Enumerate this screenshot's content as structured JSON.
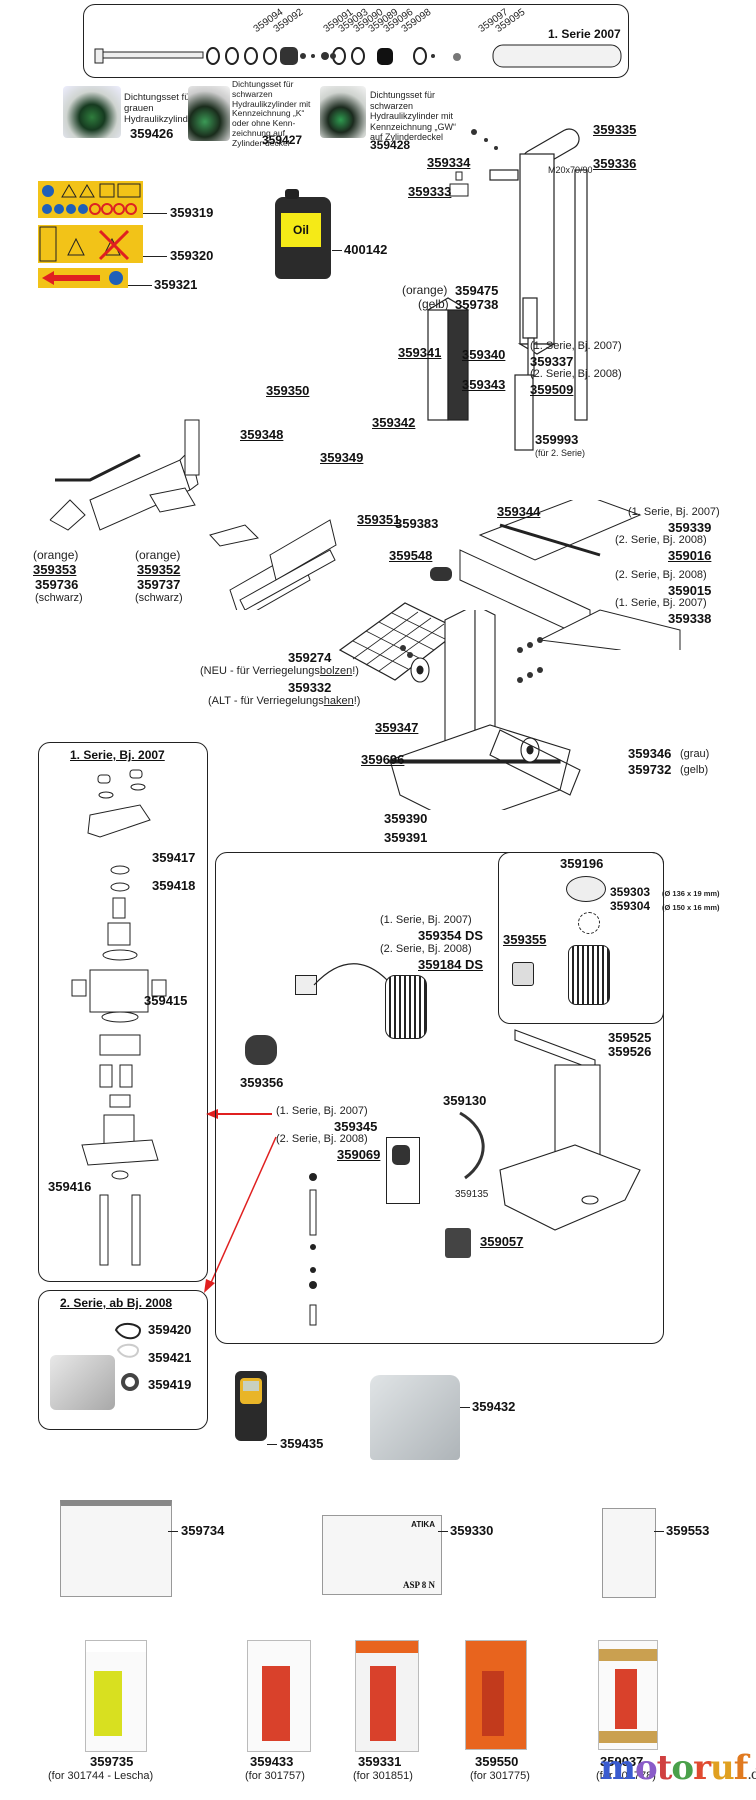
{
  "cylinder_box": {
    "title": "1. Serie 2007",
    "parts": [
      "359094",
      "359092",
      "359091",
      "359093",
      "359090",
      "359089",
      "359096",
      "359098",
      "359097",
      "359095"
    ]
  },
  "seal_sets": [
    {
      "desc": "Dichtungsset für grauen Hydraulikzylinder",
      "number": "359426"
    },
    {
      "desc": "Dichtungsset für schwarzen Hydraulikzylinder mit Kennzeichnung „K“ oder ohne Kenn-zeichnung auf Zylinder-deckel",
      "number": "359427"
    },
    {
      "desc": "Dichtungsset für schwarzen Hydraulikzylinder mit Kennzeichnung „GW“ auf Zylinderdeckel",
      "number": "359428"
    }
  ],
  "stickers": {
    "s1": "359319",
    "s2": "359320",
    "s3": "359321"
  },
  "oil": {
    "label": "Oil",
    "number": "400142"
  },
  "column": {
    "p359335": "359335",
    "p359336": "359336",
    "p359334": "359334",
    "p359333": "359333",
    "bolt_spec": "M20x70/90",
    "orange_label": "(orange)",
    "p359475": "359475",
    "gelb_label": "(gelb)",
    "p359738": "359738",
    "p359341": "359341",
    "p359340": "359340",
    "p359343": "359343",
    "p359342": "359342",
    "serie1_2007": "(1. Serie, Bj. 2007)",
    "p359337": "359337",
    "serie2_2008": "(2. Serie, Bj. 2008)",
    "p359509": "359509",
    "p359993": "359993",
    "fuer_2_serie": "(für 2. Serie)",
    "p359383": "359383",
    "p359344": "359344",
    "p359339": "359339",
    "p359016": "359016",
    "p359015": "359015",
    "p359338": "359338"
  },
  "table_parts": {
    "p359350": "359350",
    "p359348": "359348",
    "p359349": "359349",
    "p359351": "359351",
    "orange": "(orange)",
    "schwarz": "(schwarz)",
    "p359353": "359353",
    "p359736": "359736",
    "p359352": "359352",
    "p359737": "359737",
    "p359548": "359548",
    "p359274": "359274",
    "neu_note_a": "(NEU - für Verriegelungs",
    "neu_note_b": "bolzen",
    "neu_note_c": "!)",
    "p359332": "359332",
    "alt_note_a": "(ALT - für Verriegelungs",
    "alt_note_b": "haken",
    "alt_note_c": "!)",
    "p359347": "359347",
    "p359696": "359696",
    "p359346": "359346",
    "grau": "(grau)",
    "p359732": "359732",
    "gelb": "(gelb)",
    "p359390": "359390",
    "p359391": "359391"
  },
  "pump_2007": {
    "title": "1. Serie, Bj. 2007",
    "parts": [
      "359417",
      "359418",
      "359415",
      "359416"
    ]
  },
  "pump_2008": {
    "title": "2. Serie, ab Bj. 2008",
    "parts": [
      "359420",
      "359421",
      "359419"
    ]
  },
  "motor_box": {
    "p359196": "359196",
    "p359303": "359303",
    "d359303": "(Ø 136 x 19 mm)",
    "p359304": "359304",
    "d359304": "(Ø 150 x 16 mm)",
    "p359355": "359355",
    "serie1": "(1. Serie, Bj. 2007)",
    "p359354": "359354 DS",
    "serie2": "(2. Serie, Bj. 2008)",
    "p359184": "359184 DS",
    "p359525": "359525",
    "p359526": "359526",
    "p359356": "359356",
    "pump_serie1": "(1. Serie, Bj. 2007)",
    "p359345": "359345",
    "pump_serie2": "(2. Serie, Bj. 2008)",
    "p359069": "359069",
    "p359130": "359130",
    "p359135": "359135",
    "p359057": "359057"
  },
  "accessories": {
    "meter": "359435",
    "cover": "359432"
  },
  "manuals": [
    "359734",
    "359330",
    "359553"
  ],
  "manual_texts": {
    "atika": "ATIKA",
    "asp": "ASP 8 N"
  },
  "cartons": [
    {
      "number": "359735",
      "for": "(for 301744 - Lescha)"
    },
    {
      "number": "359433",
      "for": "(for 301757)"
    },
    {
      "number": "359331",
      "for": "(for 301851)"
    },
    {
      "number": "359550",
      "for": "(for 301775)"
    },
    {
      "number": "359037",
      "for": "(for 301778)"
    }
  ],
  "watermark": {
    "m": "m",
    "o": "o",
    "t": "t",
    "o2": "o",
    "r": "r",
    "u": "u",
    "f": "f",
    "de": ".de"
  },
  "colors": {
    "sticker_yellow": "#f2c318",
    "arrow_red": "#e02020",
    "carton_orange": "#e8641e",
    "carton_red": "#d9412b",
    "lescha_yellow": "#d8e020"
  }
}
